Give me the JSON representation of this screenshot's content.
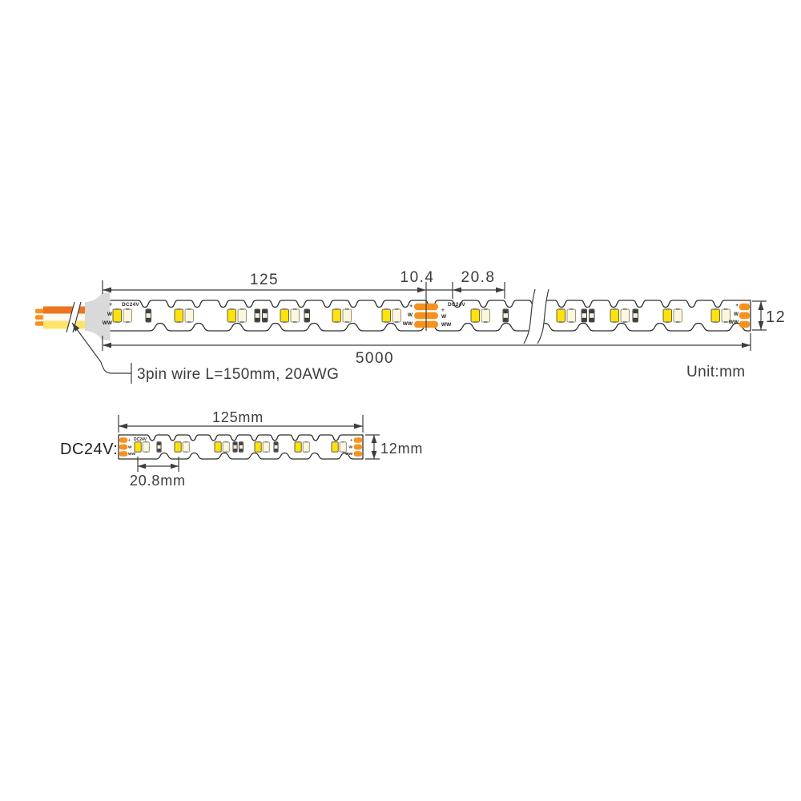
{
  "dimensions": {
    "segment": "125",
    "cut_width": "10.4",
    "pitch": "20.8",
    "total": "5000",
    "width": "12",
    "unit": "Unit:mm"
  },
  "wire": {
    "note": "3pin wire L=150mm, 20AWG"
  },
  "strip": {
    "silkscreen": "DC24V",
    "pads": [
      "+",
      "W",
      "WW"
    ]
  },
  "detail": {
    "label": "DC24V:",
    "length": "125mm",
    "width": "12mm",
    "pitch": "20.8mm"
  },
  "colors": {
    "pad": "#F5921E",
    "led_yellow": "#FFE20A",
    "led_cream": "#FBF6DE",
    "wire_orange": "#EE7420",
    "wire_white": "#FDFAF0",
    "wire_yellow": "#FFE469",
    "connector": "#D9D9D9",
    "outline": "#2F2F2F",
    "text": "#3C3C3C"
  }
}
